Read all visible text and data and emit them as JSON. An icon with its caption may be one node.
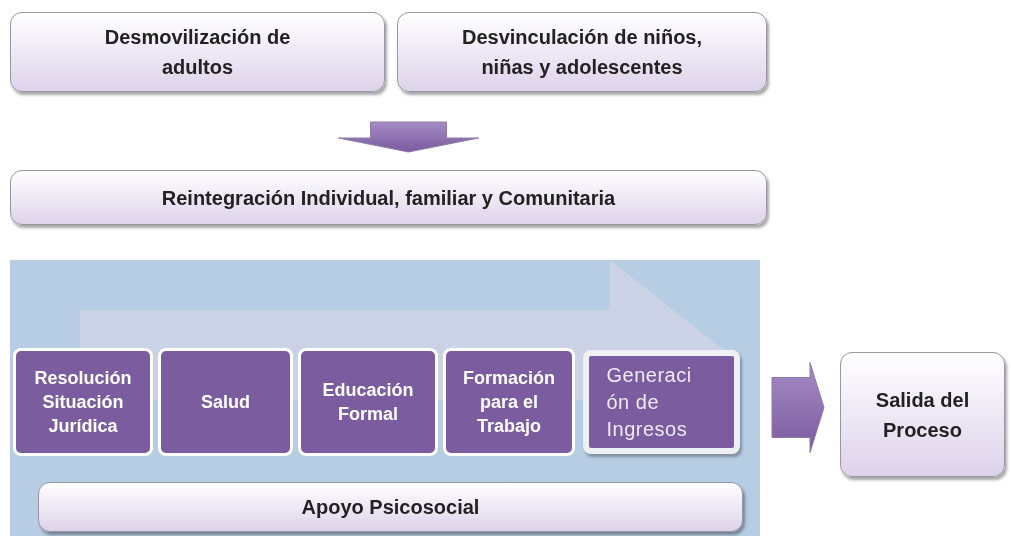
{
  "diagram": {
    "nodes": [
      {
        "text": [
          "Desmovilización de adultos"
        ]
      },
      {
        "text": [
          "Desvinculación de niños, niñas y adolescentes"
        ]
      },
      {
        "text": [
          "Reintegración Individual, familiar y Comunitaria"
        ]
      },
      {
        "text": [],
        "shape": "box"
      },
      {
        "text": [
          "Resolución Situación Jurídica"
        ],
        "in": 3
      },
      {
        "text": [
          "Salud"
        ],
        "in": 3
      },
      {
        "text": [
          "Educación Formal"
        ],
        "in": 3
      },
      {
        "text": [
          "Formación para el Trabajo"
        ],
        "in": 3
      },
      {
        "text": [
          "Generaci ón de Ingresos"
        ],
        "in": 3
      },
      {
        "text": [
          "Apoyo Psicosocial"
        ],
        "in": 3
      },
      {
        "text": [
          "Salida del Proceso"
        ]
      }
    ],
    "edges": [
      {
        "from": 0,
        "to": 2,
        "arrow": "to"
      },
      {
        "from": 1,
        "to": 2,
        "arrow": "to"
      },
      {
        "from": 3,
        "to": 10,
        "arrow": "to"
      }
    ]
  }
}
